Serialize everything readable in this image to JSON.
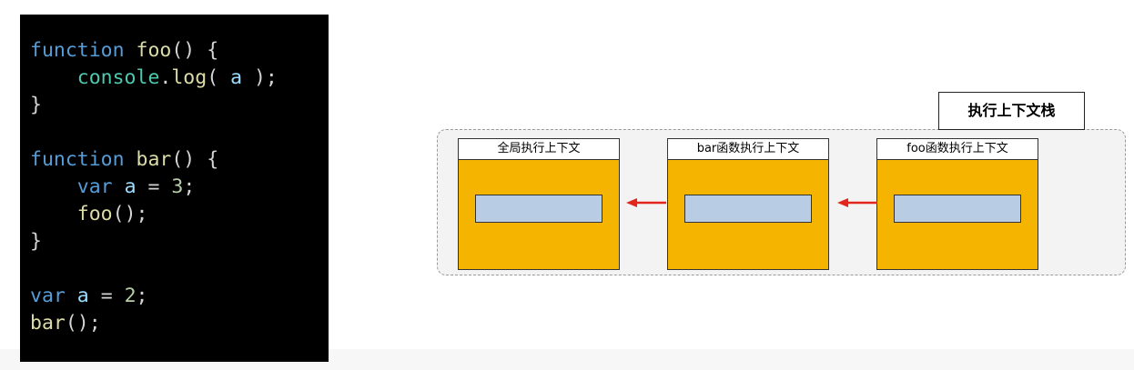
{
  "code": {
    "lines": [
      [
        {
          "t": "function",
          "c": "kw"
        },
        {
          "t": " ",
          "c": ""
        },
        {
          "t": "foo",
          "c": "fn"
        },
        {
          "t": "() {",
          "c": ""
        }
      ],
      [
        {
          "t": "    ",
          "c": ""
        },
        {
          "t": "console",
          "c": "obj"
        },
        {
          "t": ".",
          "c": ""
        },
        {
          "t": "log",
          "c": "fn"
        },
        {
          "t": "( ",
          "c": ""
        },
        {
          "t": "a",
          "c": "var"
        },
        {
          "t": " );",
          "c": ""
        }
      ],
      [
        {
          "t": "}",
          "c": ""
        }
      ],
      [],
      [
        {
          "t": "function",
          "c": "kw"
        },
        {
          "t": " ",
          "c": ""
        },
        {
          "t": "bar",
          "c": "fn"
        },
        {
          "t": "() {",
          "c": ""
        }
      ],
      [
        {
          "t": "    ",
          "c": ""
        },
        {
          "t": "var",
          "c": "kw"
        },
        {
          "t": " ",
          "c": ""
        },
        {
          "t": "a",
          "c": "var"
        },
        {
          "t": " = ",
          "c": ""
        },
        {
          "t": "3",
          "c": "num"
        },
        {
          "t": ";",
          "c": ""
        }
      ],
      [
        {
          "t": "    ",
          "c": ""
        },
        {
          "t": "foo",
          "c": "fn"
        },
        {
          "t": "();",
          "c": ""
        }
      ],
      [
        {
          "t": "}",
          "c": ""
        }
      ],
      [],
      [
        {
          "t": "var",
          "c": "kw"
        },
        {
          "t": " ",
          "c": ""
        },
        {
          "t": "a",
          "c": "var"
        },
        {
          "t": " = ",
          "c": ""
        },
        {
          "t": "2",
          "c": "num"
        },
        {
          "t": ";",
          "c": ""
        }
      ],
      [
        {
          "t": "bar",
          "c": "fn"
        },
        {
          "t": "();",
          "c": ""
        }
      ]
    ]
  },
  "stack": {
    "title": "执行上下文栈",
    "contexts": [
      {
        "label": "全局执行上下文"
      },
      {
        "label": "bar函数执行上下文"
      },
      {
        "label": "foo函数执行上下文"
      }
    ]
  },
  "colors": {
    "context_fill": "#f5b400",
    "inner_fill": "#b8cce4",
    "arrow": "#e3261b",
    "code_bg": "#000000"
  }
}
